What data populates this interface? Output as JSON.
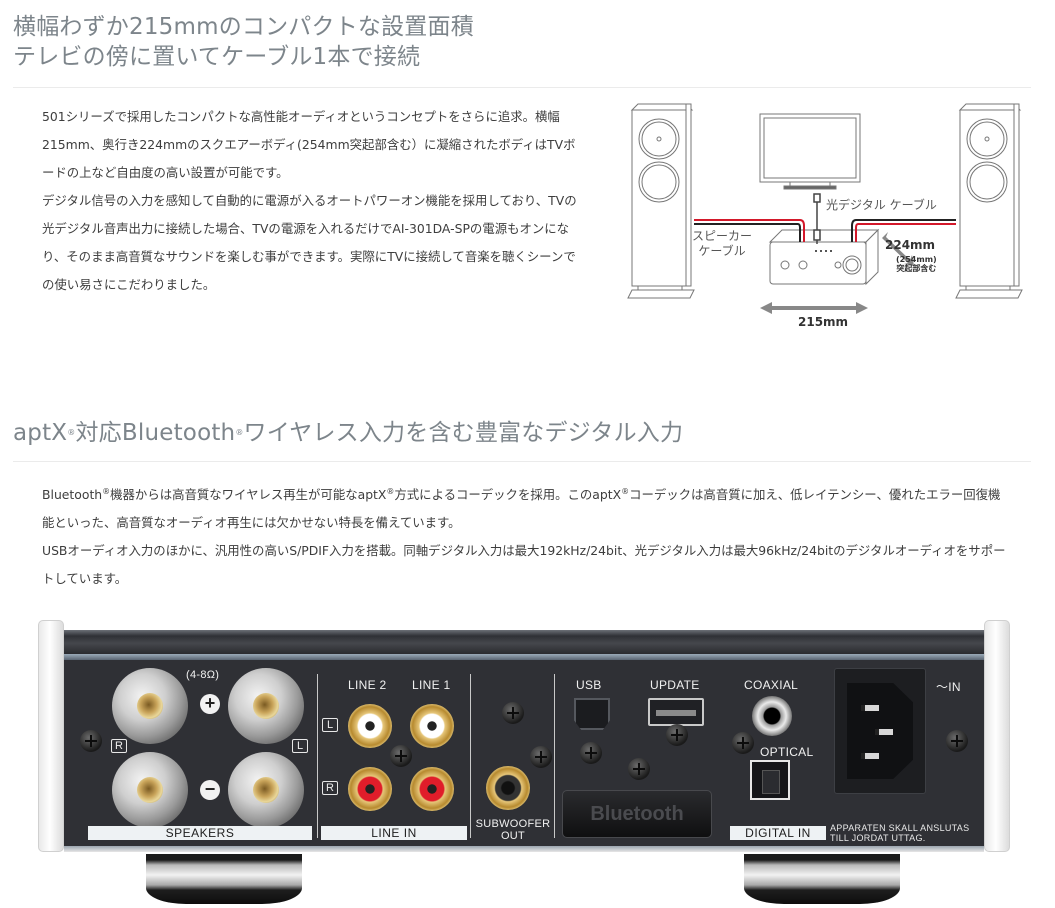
{
  "section1": {
    "title_line1": "横幅わずか215mmのコンパクトな設置面積",
    "title_line2": "テレビの傍に置いてケーブル1本で接続",
    "paragraph1": "501シリーズで採用したコンパクトな高性能オーディオというコンセプトをさらに追求。横幅215mm、奥行き224mmのスクエアーボディ(254mm突起部含む）に凝縮されたボディはTVボードの上など自由度の高い設置が可能です。",
    "paragraph2": "デジタル信号の入力を感知して自動的に電源が入るオートパワーオン機能を採用しており、TVの光デジタル音声出力に接続した場合、TVの電源を入れるだけでAI-301DA-SPの電源もオンになり、そのまま高音質なサウンドを楽しむ事ができます。実際にTVに接続して音楽を聴くシーンでの使い易さにこだわりました。",
    "diagram": {
      "optical_cable_label": "光デジタル ケーブル",
      "speaker_cable_label_line1": "スピーカー",
      "speaker_cable_label_line2": "ケーブル",
      "depth_label": "224mm",
      "depth_note_line1": "254mm",
      "depth_note_line2": "突起部含む",
      "width_label": "215mm",
      "cable_color": "#d3182a"
    }
  },
  "section2": {
    "title_pre": "aptX",
    "title_mid": "対応Bluetooth",
    "title_post": "ワイヤレス入力を含む豊富なデジタル入力",
    "registered": "®",
    "p1_a": "Bluetooth",
    "p1_b": "機器からは高音質なワイヤレス再生が可能なaptX",
    "p1_c": "方式によるコーデックを採用。このaptX",
    "p1_d": "コーデックは高音質に加え、低レイテンシー、優れたエラー回復機能といった、高音質なオーディオ再生には欠かせない特長を備えています。",
    "paragraph2": "USBオーディオ入力のほかに、汎用性の高いS/PDIF入力を搭載。同軸デジタル入力は最大192kHz/24bit、光デジタル入力は最大96kHz/24bitのデジタルオーディオをサポートしています。"
  },
  "rear_panel": {
    "impedance": "(4-8Ω)",
    "plus": "+",
    "minus": "−",
    "ch_r": "R",
    "ch_l": "L",
    "speakers_label": "SPEAKERS",
    "line2_label": "LINE 2",
    "line1_label": "LINE 1",
    "line_in_label": "LINE IN",
    "subwoofer_line1": "SUBWOOFER",
    "subwoofer_line2": "OUT",
    "usb_label": "USB",
    "update_label": "UPDATE",
    "coaxial_label": "COAXIAL",
    "optical_label": "OPTICAL",
    "digital_in_label": "DIGITAL IN",
    "bluetooth_module": "Bluetooth",
    "ac_in_label": "～IN",
    "warning_line1": "APPARATEN SKALL ANSLUTAS",
    "warning_line2": "TILL JORDAT UTTAG."
  }
}
